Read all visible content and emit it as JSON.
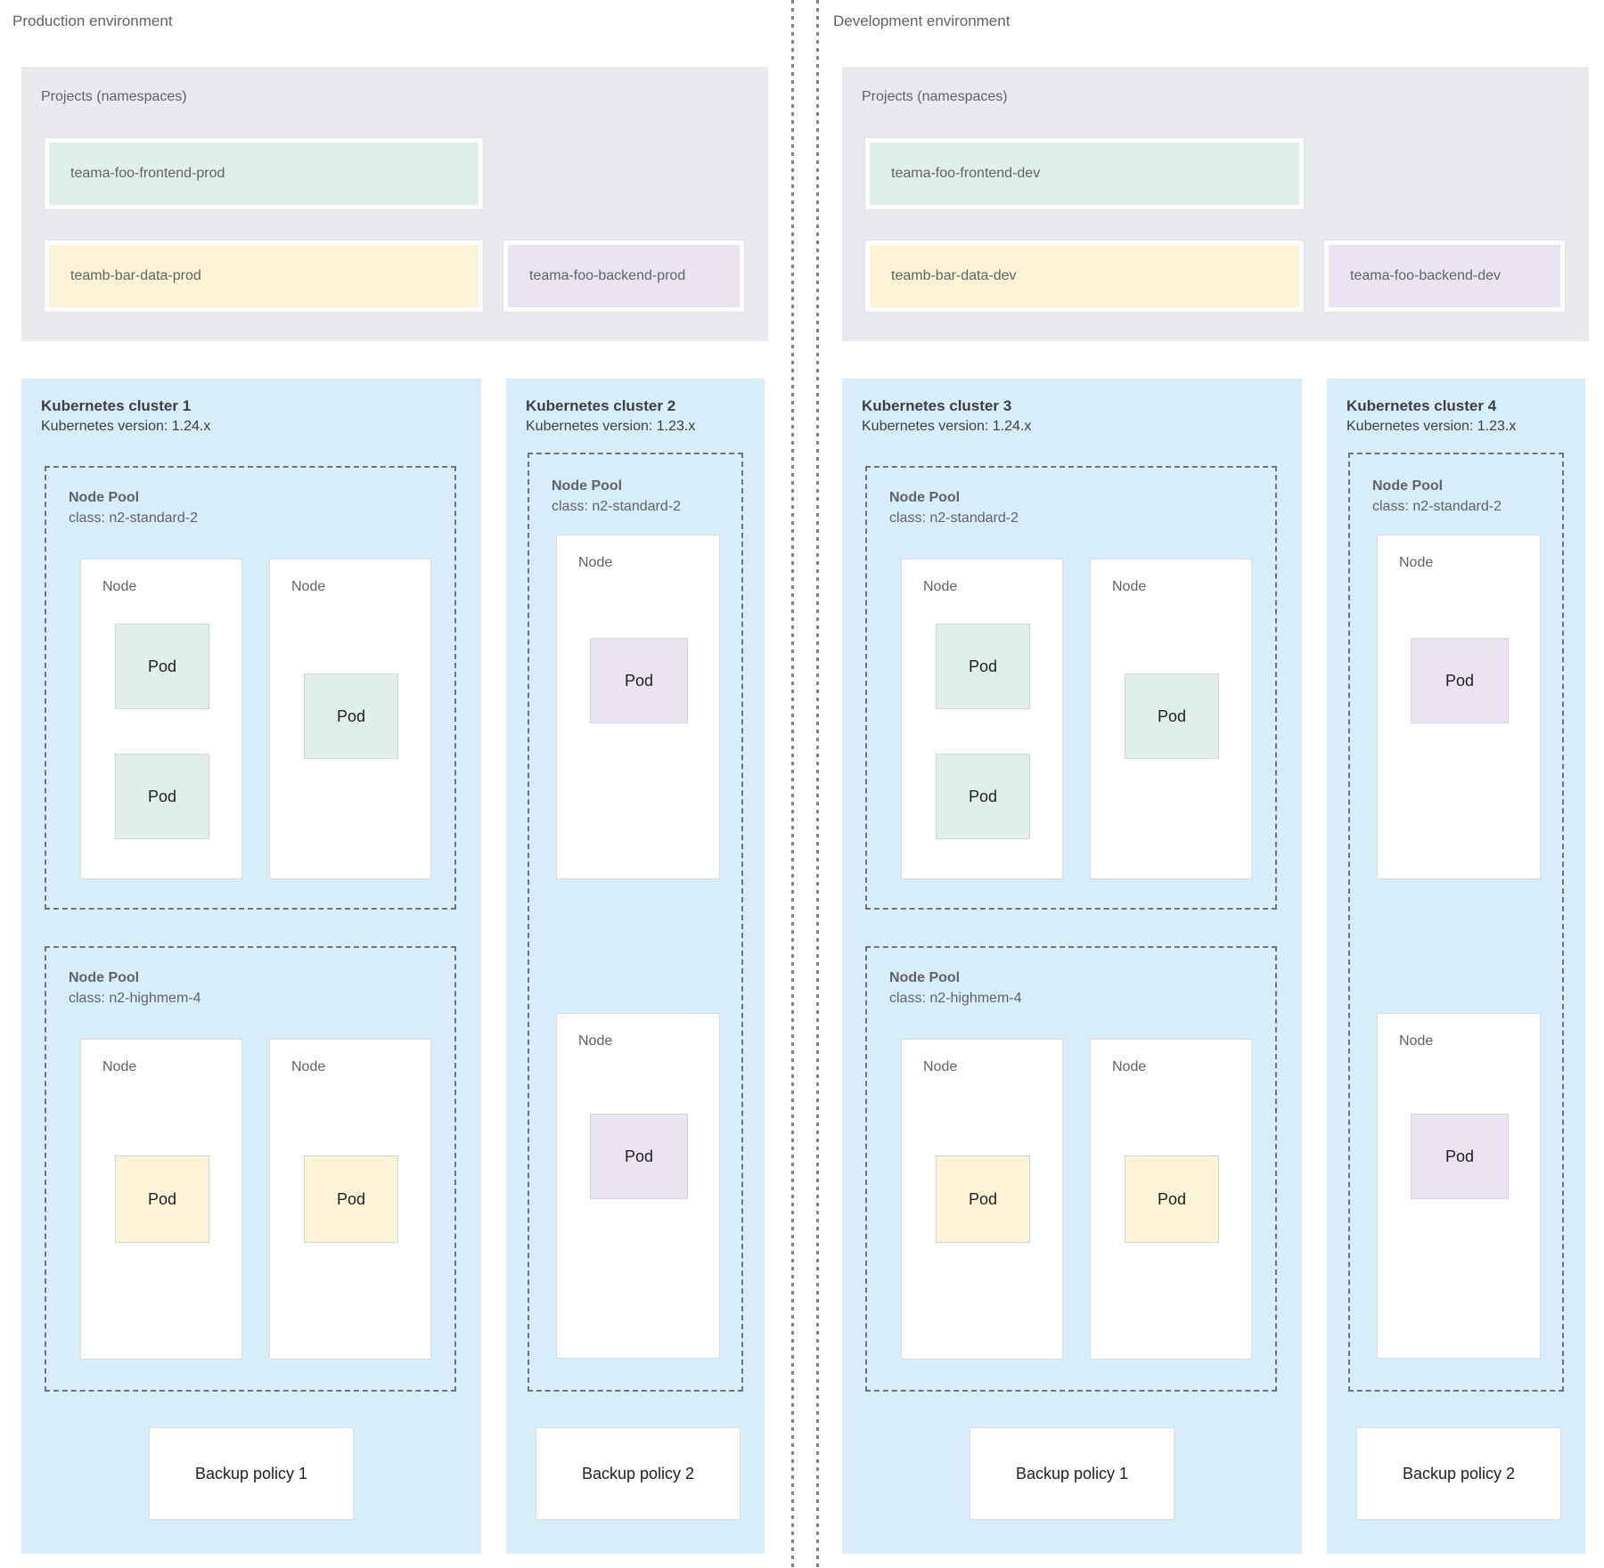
{
  "palette": {
    "cluster_background": "#d8edfa",
    "projects_background": "#e8eaed",
    "project_green": "#e0efe7",
    "project_yellow": "#fdf4d8",
    "project_purple": "#eae4f2",
    "label_gray": "#5f6368",
    "title_dark": "#3c4043"
  },
  "environments": [
    {
      "label": "Production environment",
      "projects_title": "Projects (namespaces)",
      "projects": [
        {
          "name": "teama-foo-frontend-prod"
        },
        {
          "name": "teamb-bar-data-prod"
        },
        {
          "name": "teama-foo-backend-prod"
        }
      ],
      "clusters": [
        {
          "title": "Kubernetes cluster 1",
          "version": "Kubernetes version: 1.24.x",
          "backup_policy": "Backup policy 1",
          "node_pools": [
            {
              "title": "Node Pool",
              "class_line": "class: n2-standard-2",
              "nodes": [
                {
                  "label": "Node",
                  "pods": [
                    "Pod",
                    "Pod"
                  ]
                },
                {
                  "label": "Node",
                  "pods": [
                    "Pod"
                  ]
                }
              ]
            },
            {
              "title": "Node Pool",
              "class_line": "class: n2-highmem-4",
              "nodes": [
                {
                  "label": "Node",
                  "pods": [
                    "Pod"
                  ]
                },
                {
                  "label": "Node",
                  "pods": [
                    "Pod"
                  ]
                }
              ]
            }
          ]
        },
        {
          "title": "Kubernetes cluster 2",
          "version": "Kubernetes version: 1.23.x",
          "backup_policy": "Backup policy 2",
          "node_pools": [
            {
              "title": "Node Pool",
              "class_line": "class: n2-standard-2",
              "nodes": [
                {
                  "label": "Node",
                  "pods": [
                    "Pod"
                  ]
                },
                {
                  "label": "Node",
                  "pods": [
                    "Pod"
                  ]
                }
              ]
            }
          ]
        }
      ]
    },
    {
      "label": "Development environment",
      "projects_title": "Projects (namespaces)",
      "projects": [
        {
          "name": "teama-foo-frontend-dev"
        },
        {
          "name": "teamb-bar-data-dev"
        },
        {
          "name": "teama-foo-backend-dev"
        }
      ],
      "clusters": [
        {
          "title": "Kubernetes cluster 3",
          "version": "Kubernetes version: 1.24.x",
          "backup_policy": "Backup policy 1",
          "node_pools": [
            {
              "title": "Node Pool",
              "class_line": "class: n2-standard-2",
              "nodes": [
                {
                  "label": "Node",
                  "pods": [
                    "Pod",
                    "Pod"
                  ]
                },
                {
                  "label": "Node",
                  "pods": [
                    "Pod"
                  ]
                }
              ]
            },
            {
              "title": "Node Pool",
              "class_line": "class: n2-highmem-4",
              "nodes": [
                {
                  "label": "Node",
                  "pods": [
                    "Pod"
                  ]
                },
                {
                  "label": "Node",
                  "pods": [
                    "Pod"
                  ]
                }
              ]
            }
          ]
        },
        {
          "title": "Kubernetes cluster 4",
          "version": "Kubernetes version: 1.23.x",
          "backup_policy": "Backup policy 2",
          "node_pools": [
            {
              "title": "Node Pool",
              "class_line": "class: n2-standard-2",
              "nodes": [
                {
                  "label": "Node",
                  "pods": [
                    "Pod"
                  ]
                },
                {
                  "label": "Node",
                  "pods": [
                    "Pod"
                  ]
                }
              ]
            }
          ]
        }
      ]
    }
  ]
}
